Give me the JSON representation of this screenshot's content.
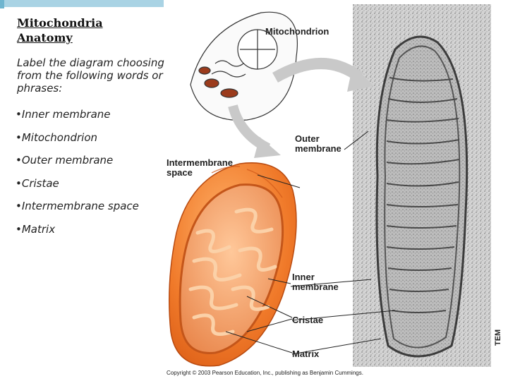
{
  "slide": {
    "title_line1": "Mitochondria",
    "title_line2": "Anatomy",
    "instructions": "Label the diagram choosing from the following words or phrases:",
    "word_bank": [
      "Inner membrane",
      "Mitochondrion",
      "Outer membrane",
      "Cristae",
      "Intermembrane space",
      "Matrix"
    ]
  },
  "diagram": {
    "labels": {
      "mitochondrion": "Mitochondrion",
      "outer_membrane": "Outer\nmembrane",
      "intermembrane_space": "Intermembrane\nspace",
      "inner_membrane": "Inner\nmembrane",
      "cristae": "Cristae",
      "matrix": "Matrix"
    },
    "copyright": "Copyright © 2003 Pearson Education, Inc., publishing as Benjamin Cummings.",
    "micrograph_tag": "TEM",
    "colors": {
      "outer": "#f07a2a",
      "inner": "#f5a060",
      "cristae": "#fbd1a8",
      "arrow": "#c9c9c9"
    }
  }
}
